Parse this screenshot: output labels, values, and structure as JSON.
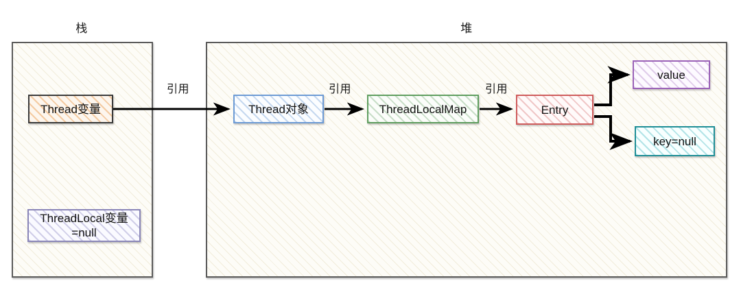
{
  "diagram": {
    "title_stack": "栈",
    "title_heap": "堆",
    "regions": [
      {
        "name": "stack",
        "label": "栈"
      },
      {
        "name": "heap",
        "label": "堆"
      }
    ],
    "nodes": {
      "thread_var": {
        "label": "Thread变量",
        "color": "#3b3b3b",
        "hatch": "#e99646"
      },
      "threadlocal_var": {
        "label": "ThreadLocal变量\n=null",
        "color": "#8a86b8",
        "hatch": "#827dbe"
      },
      "thread_obj": {
        "label": "Thread对象",
        "color": "#6d9bd5",
        "hatch": "#6d9bd5"
      },
      "threadlocal_map": {
        "label": "ThreadLocalMap",
        "color": "#5f9e5f",
        "hatch": "#5f9e5f"
      },
      "entry": {
        "label": "Entry",
        "color": "#cf5b5b",
        "hatch": "#cf5b5b"
      },
      "value": {
        "label": "value",
        "color": "#9b62b8",
        "hatch": "#9b62b8"
      },
      "key_null": {
        "label": "key=null",
        "color": "#1e8e96",
        "hatch": "#1eaab4"
      }
    },
    "edges": [
      {
        "from": "thread_var",
        "to": "thread_obj",
        "label": "引用"
      },
      {
        "from": "thread_obj",
        "to": "threadlocal_map",
        "label": "引用"
      },
      {
        "from": "threadlocal_map",
        "to": "entry",
        "label": "引用"
      },
      {
        "from": "entry",
        "to": "value",
        "label": ""
      },
      {
        "from": "entry",
        "to": "key_null",
        "label": ""
      }
    ],
    "edge_labels": {
      "ref1": "引用",
      "ref2": "引用",
      "ref3": "引用"
    }
  }
}
